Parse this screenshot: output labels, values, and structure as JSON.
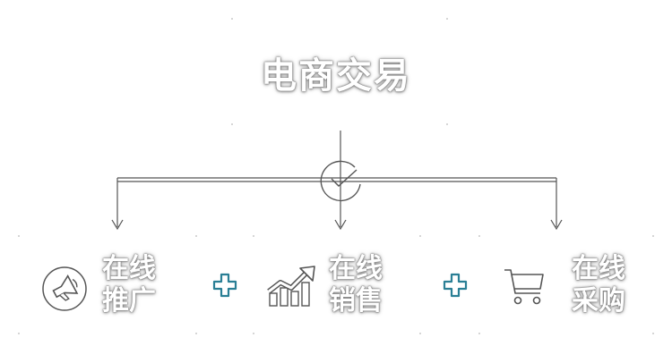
{
  "title": "电商交易",
  "items": [
    {
      "line1": "在线",
      "line2": "推广",
      "icon": "megaphone-icon"
    },
    {
      "line1": "在线",
      "line2": "销售",
      "icon": "growth-chart-icon"
    },
    {
      "line1": "在线",
      "line2": "采购",
      "icon": "shopping-cart-icon"
    }
  ],
  "connectors": [
    "plus-icon",
    "plus-icon"
  ],
  "hub_icon": "checkmark-circle-icon",
  "colors": {
    "line": "#555555",
    "plus_fill": "#ffffff",
    "plus_stroke": "#2a7f95",
    "icon": "#444444"
  }
}
